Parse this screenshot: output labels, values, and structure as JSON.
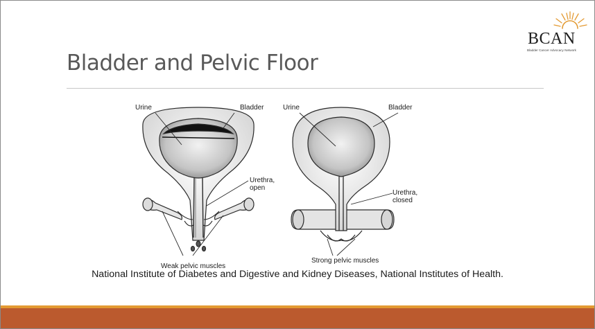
{
  "slide": {
    "title": "Bladder and Pelvic Floor",
    "caption": "National Institute of Diabetes and Digestive and Kidney Diseases, National Institutes of Health."
  },
  "logo": {
    "text": "BCAN",
    "tagline": "Bladder Cancer Advocacy Network",
    "sun_color": "#e39a32"
  },
  "figure": {
    "left_diagram": {
      "labels": {
        "urine": "Urine",
        "bladder": "Bladder",
        "urethra": [
          "Urethra,",
          "open"
        ],
        "muscles": "Weak pelvic muscles"
      }
    },
    "right_diagram": {
      "labels": {
        "urine": "Urine",
        "bladder": "Bladder",
        "urethra": [
          "Urethra,",
          "closed"
        ],
        "muscles": "Strong pelvic muscles"
      }
    }
  },
  "theme": {
    "footer_color": "#bb5a2e",
    "footer_accent": "#e39a32",
    "title_color": "#595959"
  }
}
